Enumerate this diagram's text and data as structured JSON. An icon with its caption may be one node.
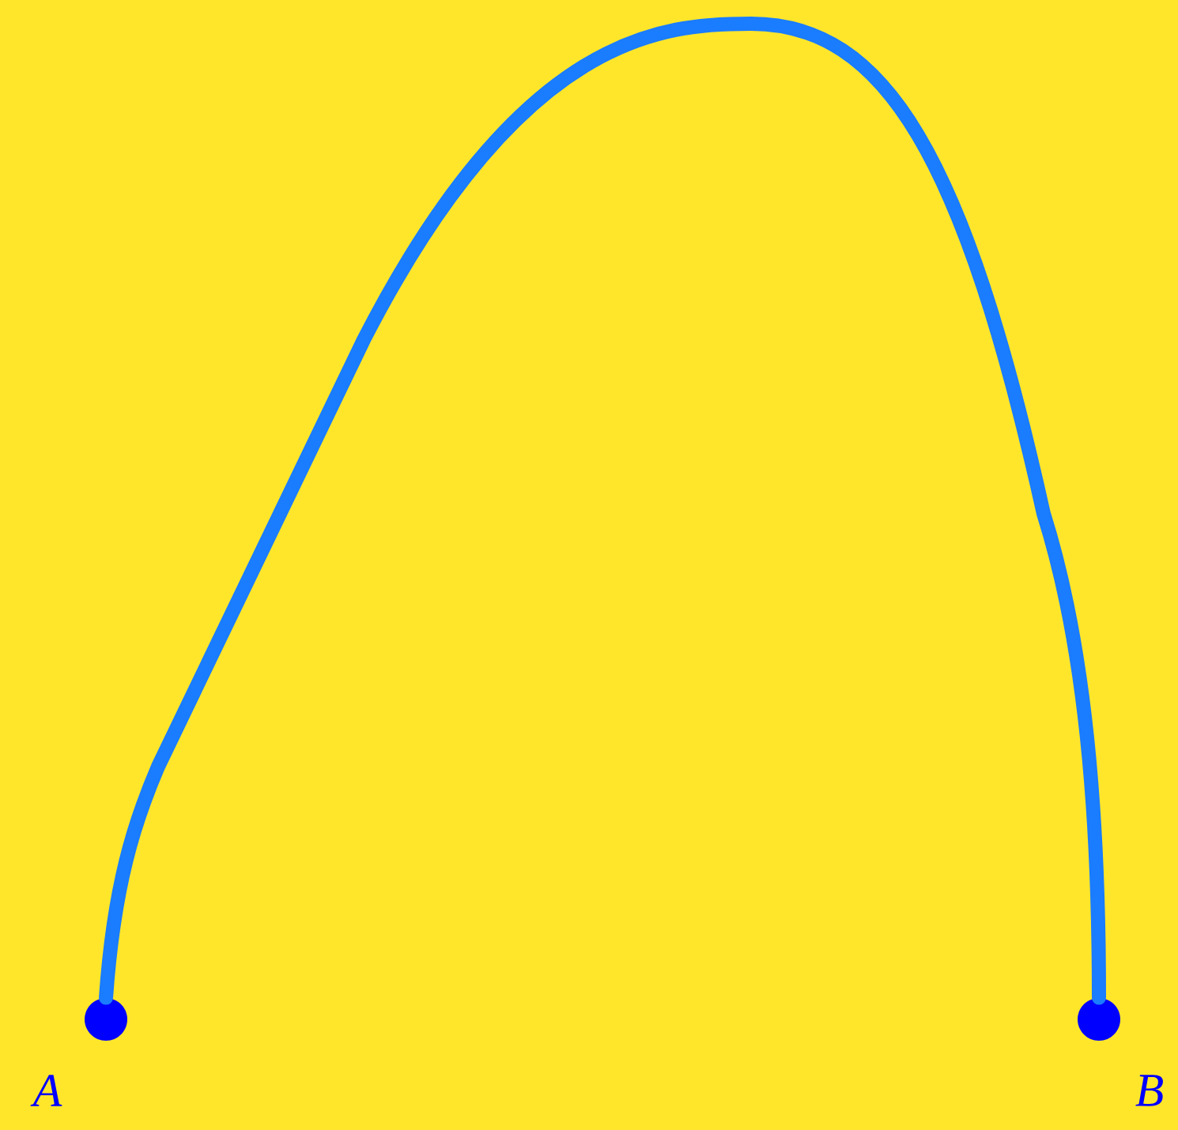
{
  "diagram": {
    "nodes": [
      {
        "text": [],
        "shape": "circle",
        "beside": [
          "A"
        ]
      },
      {
        "text": [],
        "shape": "circle",
        "beside": [
          "B"
        ]
      }
    ],
    "edges": [
      {
        "from": 0,
        "to": 1,
        "arrow": "none"
      }
    ]
  }
}
